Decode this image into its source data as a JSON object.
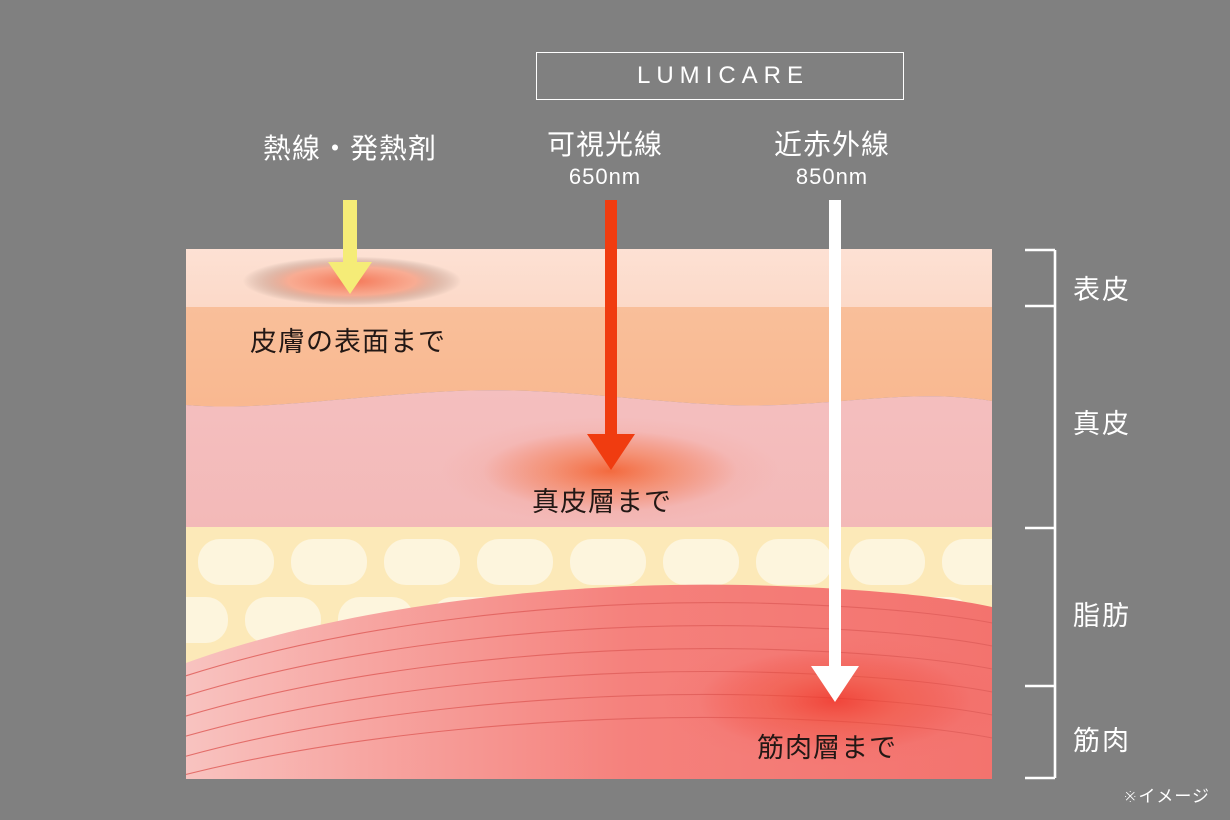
{
  "background_color": "#808080",
  "brand": {
    "title": "LUMICARE"
  },
  "sources": [
    {
      "id": "heat",
      "name_line1": "熱線・発熱剤",
      "name_line2": "",
      "arrow_color": "#f5ec77",
      "depth_caption": "皮膚の表面まで"
    },
    {
      "id": "visible-light",
      "name_line1": "可視光線",
      "name_line2": "650nm",
      "arrow_color": "#f03c10",
      "depth_caption": "真皮層まで"
    },
    {
      "id": "near-infrared",
      "name_line1": "近赤外線",
      "name_line2": "850nm",
      "arrow_color": "#ffffff",
      "depth_caption": "筋肉層まで"
    }
  ],
  "skin_layers": [
    {
      "id": "epidermis",
      "label": "表皮",
      "color": "#fcded0"
    },
    {
      "id": "dermis",
      "label": "真皮",
      "color": "#f9bb94"
    },
    {
      "id": "fat",
      "label": "脂肪",
      "color": "#fce9b8"
    },
    {
      "id": "muscle",
      "label": "筋肉",
      "color": "#f5817c"
    }
  ],
  "footnote": "※イメージ",
  "colors": {
    "epidermis": "#fcded0",
    "dermis_upper": "#f9bb94",
    "dermis_lower": "#f4bcbc",
    "fat_base": "#fce9b8",
    "fat_cell": "#fdf5dd",
    "muscle": "#f5817c",
    "muscle_line": "#e8625f",
    "glow_heat": "#f2502a",
    "glow_dermis": "#f3551f",
    "glow_muscle": "#ef2f22",
    "text_dark": "#231815",
    "text_light": "#ffffff"
  }
}
